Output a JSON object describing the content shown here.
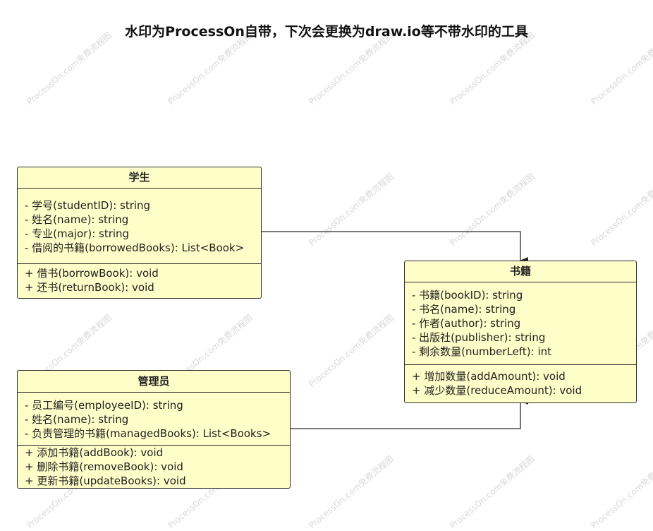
{
  "title": "水印为ProcessOn自带，下次会更换为draw.io等不带水印的工具",
  "watermark": "ProcessOn.com免费流程图",
  "classes": {
    "student": {
      "name": "学生",
      "attributes": [
        "- 学号(studentID): string",
        "- 姓名(name): string",
        "- 专业(major): string",
        "- 借阅的书籍(borrowedBooks): List<Book>"
      ],
      "methods": [
        "+ 借书(borrowBook): void",
        "+ 还书(returnBook): void"
      ]
    },
    "book": {
      "name": "书籍",
      "attributes": [
        "- 书籍(bookID): string",
        "- 书名(name): string",
        "- 作者(author): string",
        "- 出版社(publisher): string",
        "- 剩余数量(numberLeft): int"
      ],
      "methods": [
        "+ 增加数量(addAmount): void",
        "+ 减少数量(reduceAmount): void"
      ]
    },
    "admin": {
      "name": "管理员",
      "attributes": [
        "- 员工编号(employeeID): string",
        "- 姓名(name): string",
        "- 负责管理的书籍(managedBooks): List<Books>"
      ],
      "methods": [
        "+ 添加书籍(addBook): void",
        "+ 删除书籍(removeBook): void",
        "+ 更新书籍(updateBooks): void"
      ]
    }
  },
  "colors": {
    "box_fill": "#fffdc8",
    "border": "#2a2a2a",
    "watermark": "#d8d8d8"
  }
}
